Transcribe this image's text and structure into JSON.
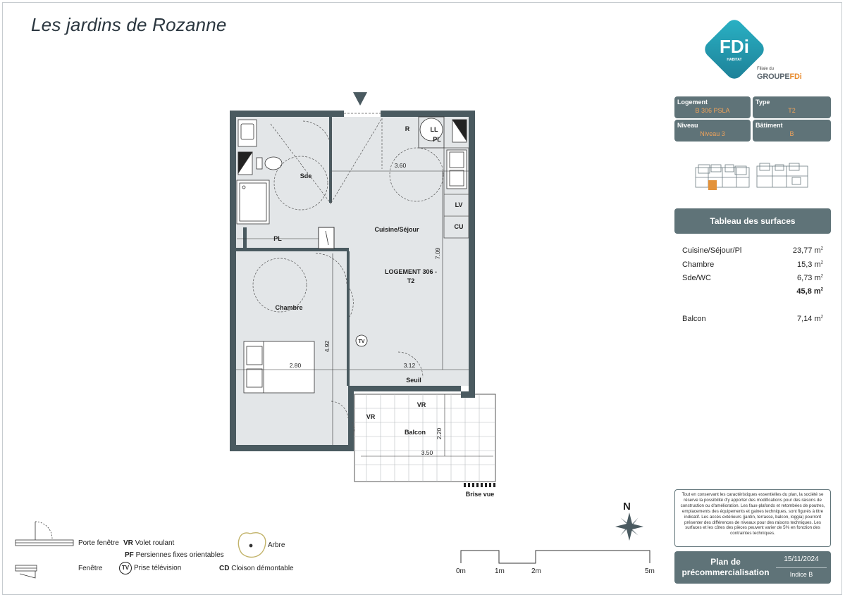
{
  "title": "Les jardins de Rozanne",
  "logo": {
    "brand": "FDi",
    "brand_sub": "HABITAT",
    "group_prefix": "Filiale du",
    "group_a": "GROUPE",
    "group_b": "FDi"
  },
  "info": {
    "logement_label": "Logement",
    "logement_value": "B 306 PSLA",
    "type_label": "Type",
    "type_value": "T2",
    "niveau_label": "Niveau",
    "niveau_value": "Niveau 3",
    "batiment_label": "Bâtiment",
    "batiment_value": "B"
  },
  "surfaces": {
    "header": "Tableau des surfaces",
    "rows": [
      {
        "name": "Cuisine/Séjour/Pl",
        "value": "23,77 m"
      },
      {
        "name": "Chambre",
        "value": "15,3 m"
      },
      {
        "name": "Sde/WC",
        "value": "6,73 m"
      }
    ],
    "total": "45,8 m",
    "balcon_name": "Balcon",
    "balcon_value": "7,14 m",
    "unit_sup": "2"
  },
  "disclaimer": "Tout en conservant les caractéristiques essentielles du plan, la société se réserve la possibilité d'y apporter des modifications pour des raisons de construction ou d'amélioration. Les faux-plafonds et retombées de poutres, emplacements des équipements et gaines techniques, sont figurés à titre indicatif. Les accès extérieurs (jardin, terrasse, balcon, loggia) pourront présenter des différences de niveaux pour des raisons techniques. Les surfaces et les côtes des pièces peuvent varier de 5% en fonction des contraintes techniques.",
  "status": {
    "title_line1": "Plan de",
    "title_line2": "précommercialisation",
    "date": "15/11/2024",
    "index": "Indice B"
  },
  "legend": {
    "porte_fenetre": "Porte fenêtre",
    "fenetre": "Fenêtre",
    "vr_code": "VR",
    "vr_label": "Volet roulant",
    "pf_code": "PF",
    "pf_label": "Persiennes fixes orientables",
    "tv_code": "TV",
    "tv_label": "Prise télévision",
    "arbre": "Arbre",
    "cd_code": "CD",
    "cd_label": "Cloison démontable"
  },
  "scale": {
    "labels": [
      "0m",
      "1m",
      "2m",
      "5m"
    ]
  },
  "compass": {
    "north": "N"
  },
  "plan": {
    "rooms": {
      "sde": "Sde",
      "cuisine": "Cuisine/Séjour",
      "logement_l1": "LOGEMENT 306 -",
      "logement_l2": "T2",
      "chambre": "Chambre",
      "balcon": "Balcon",
      "seuil": "Seuil",
      "brise_vue": "Brise vue",
      "r": "R",
      "ll": "LL",
      "pl": "PL",
      "pl2": "PL",
      "lv": "LV",
      "cu": "CU",
      "vr1": "VR",
      "vr2": "VR",
      "tv": "TV"
    },
    "dims": {
      "d360": "3.60",
      "d709": "7.09",
      "d492": "4.92",
      "d280": "2.80",
      "d312": "3.12",
      "d220": "2.20",
      "d350": "3.50"
    }
  }
}
